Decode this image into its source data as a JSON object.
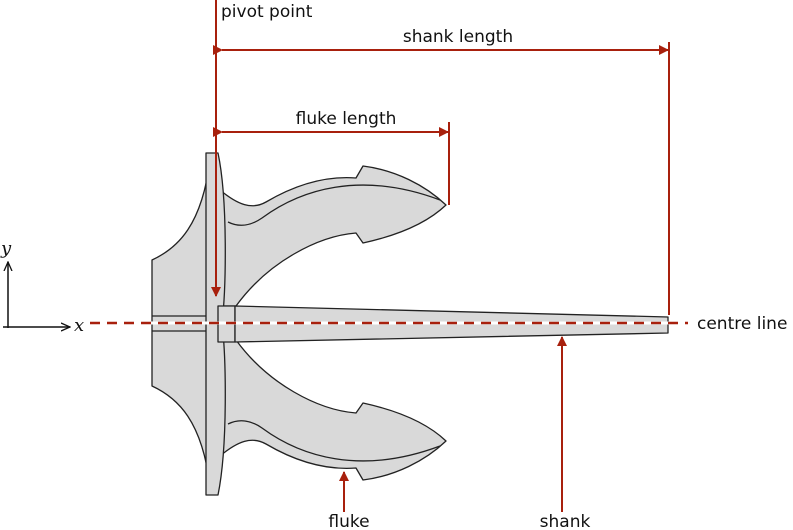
{
  "labels": {
    "pivot_point": "pivot point",
    "shank_length": "shank length",
    "fluke_length": "fluke length",
    "centre_line": "centre line",
    "fluke": "fluke",
    "shank": "shank",
    "axis_x": "x",
    "axis_y": "y"
  },
  "colors": {
    "annotation": "#a8200d",
    "anchor_fill": "#d9d9d9",
    "outline": "#222222"
  }
}
